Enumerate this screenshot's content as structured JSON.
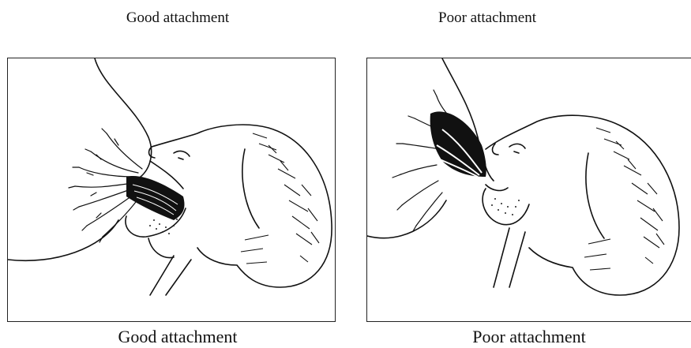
{
  "captions": {
    "top_left": "Good attachment",
    "top_right": "Poor attachment",
    "bottom_left": "Good attachment",
    "bottom_right": "Poor attachment"
  },
  "colors": {
    "ink": "#111111",
    "paper": "#ffffff"
  }
}
